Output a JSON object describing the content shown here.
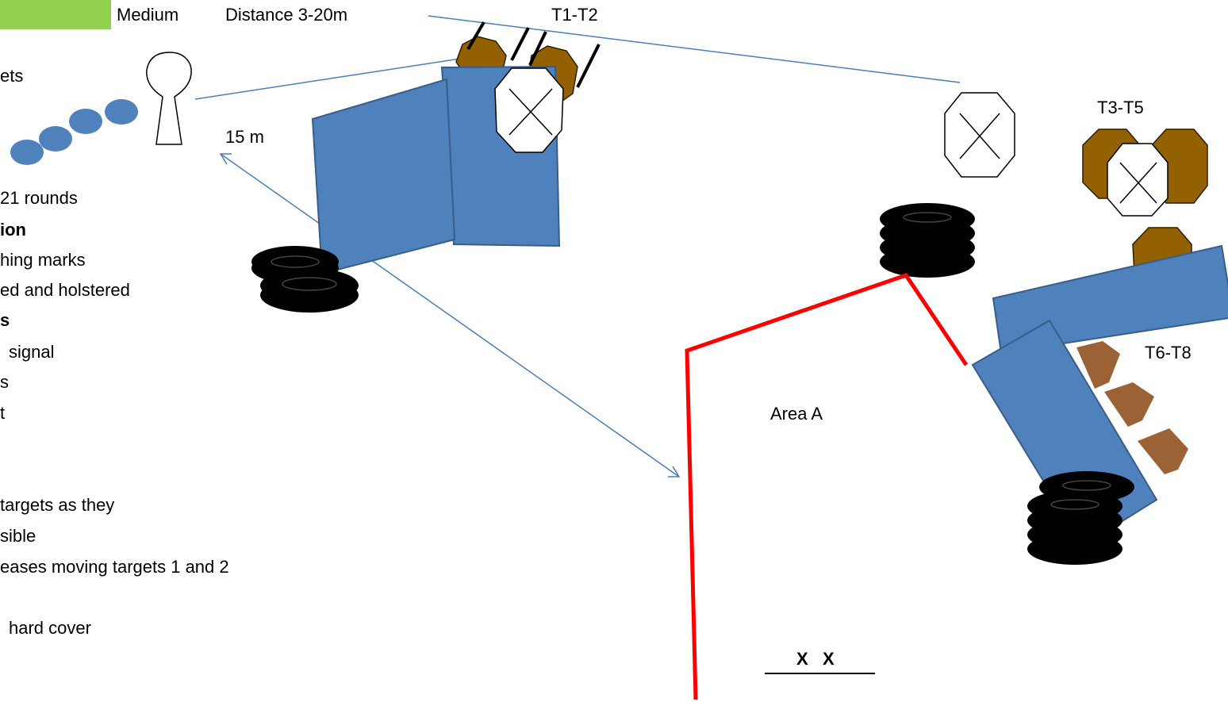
{
  "header": {
    "difficulty": "Medium",
    "distance": "Distance 3-20m",
    "badge_color": "#92d050"
  },
  "left_text": {
    "line1": "ets",
    "line2": "21 rounds",
    "line3": "ion",
    "line4": "hing marks",
    "line5": "ed and holstered",
    "line6": "s",
    "line7": "signal",
    "line8": "s",
    "line9": "t",
    "line10": "targets as they",
    "line11": "sible",
    "line12": "eases moving targets 1 and 2",
    "line13": "hard cover"
  },
  "labels": {
    "distance_15": "15 m",
    "t1_t2": "T1-T2",
    "t3_t5": "T3-T5",
    "t6_t8": "T6-T8",
    "area_a": "Area A",
    "start_marks": "X   X"
  },
  "colors": {
    "barricade": "#4f81bd",
    "barricade_edge": "#385d8a",
    "steel_plate": "#4f81bd",
    "paper_target_dark": "#946100",
    "paper_target_light": "#9b6235",
    "fault_line": "#ff0000",
    "line": "#4a7ebb",
    "tire": "#000000"
  }
}
